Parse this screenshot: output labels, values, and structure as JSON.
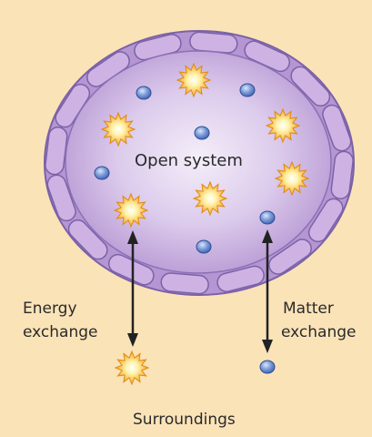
{
  "labels": {
    "system": "Open system",
    "energy_line1": "Energy",
    "energy_line2": "exchange",
    "matter_line1": "Matter",
    "matter_line2": "exchange",
    "surroundings": "Surroundings"
  },
  "colors": {
    "background": "#fbe3b8",
    "membrane": "#c8a9dc",
    "membrane_stroke": "#7b62a8",
    "cell_inner": "#cdb4e2",
    "cell_center": "#f1eaf8",
    "energy_particle": "#f5a623",
    "matter_particle": "#5b7fc9",
    "arrow": "#222222"
  },
  "icons": {
    "energy_particle": "starburst-icon",
    "matter_particle": "molecule-dot-icon"
  }
}
